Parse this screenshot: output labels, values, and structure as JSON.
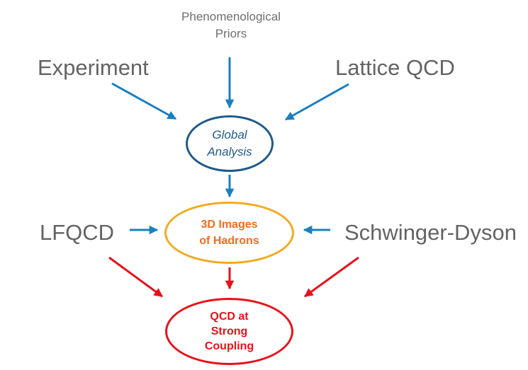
{
  "colors": {
    "blue_arrow": "#1a7fc1",
    "red_arrow": "#e8111a",
    "global_border": "#1f5a8a",
    "global_text": "#1f5a8a",
    "hadron_border": "#f3a91e",
    "hadron_text": "#ef6c22",
    "qcd_border": "#e8111a",
    "qcd_text": "#e8111a",
    "label_text": "#636363"
  },
  "inputs": {
    "phenomenological_priors": [
      "Phenomenological",
      "Priors"
    ],
    "experiment": "Experiment",
    "lattice_qcd": "Lattice QCD",
    "lfqcd": "LFQCD",
    "schwinger_dyson": "Schwinger-Dyson"
  },
  "nodes": {
    "global_analysis": [
      "Global",
      "Analysis"
    ],
    "hadron_images": [
      "3D Images",
      "of Hadrons"
    ],
    "strong_coupling": [
      "QCD at",
      "Strong",
      "Coupling"
    ]
  },
  "edges": [
    {
      "from": "Phenomenological Priors",
      "to": "Global Analysis",
      "color": "blue"
    },
    {
      "from": "Experiment",
      "to": "Global Analysis",
      "color": "blue"
    },
    {
      "from": "Lattice QCD",
      "to": "Global Analysis",
      "color": "blue"
    },
    {
      "from": "Global Analysis",
      "to": "3D Images of Hadrons",
      "color": "blue"
    },
    {
      "from": "LFQCD",
      "to": "3D Images of Hadrons",
      "color": "blue"
    },
    {
      "from": "Schwinger-Dyson",
      "to": "3D Images of Hadrons",
      "color": "blue"
    },
    {
      "from": "LFQCD",
      "to": "QCD at Strong Coupling",
      "color": "red"
    },
    {
      "from": "3D Images of Hadrons",
      "to": "QCD at Strong Coupling",
      "color": "red"
    },
    {
      "from": "Schwinger-Dyson",
      "to": "QCD at Strong Coupling",
      "color": "red"
    }
  ]
}
